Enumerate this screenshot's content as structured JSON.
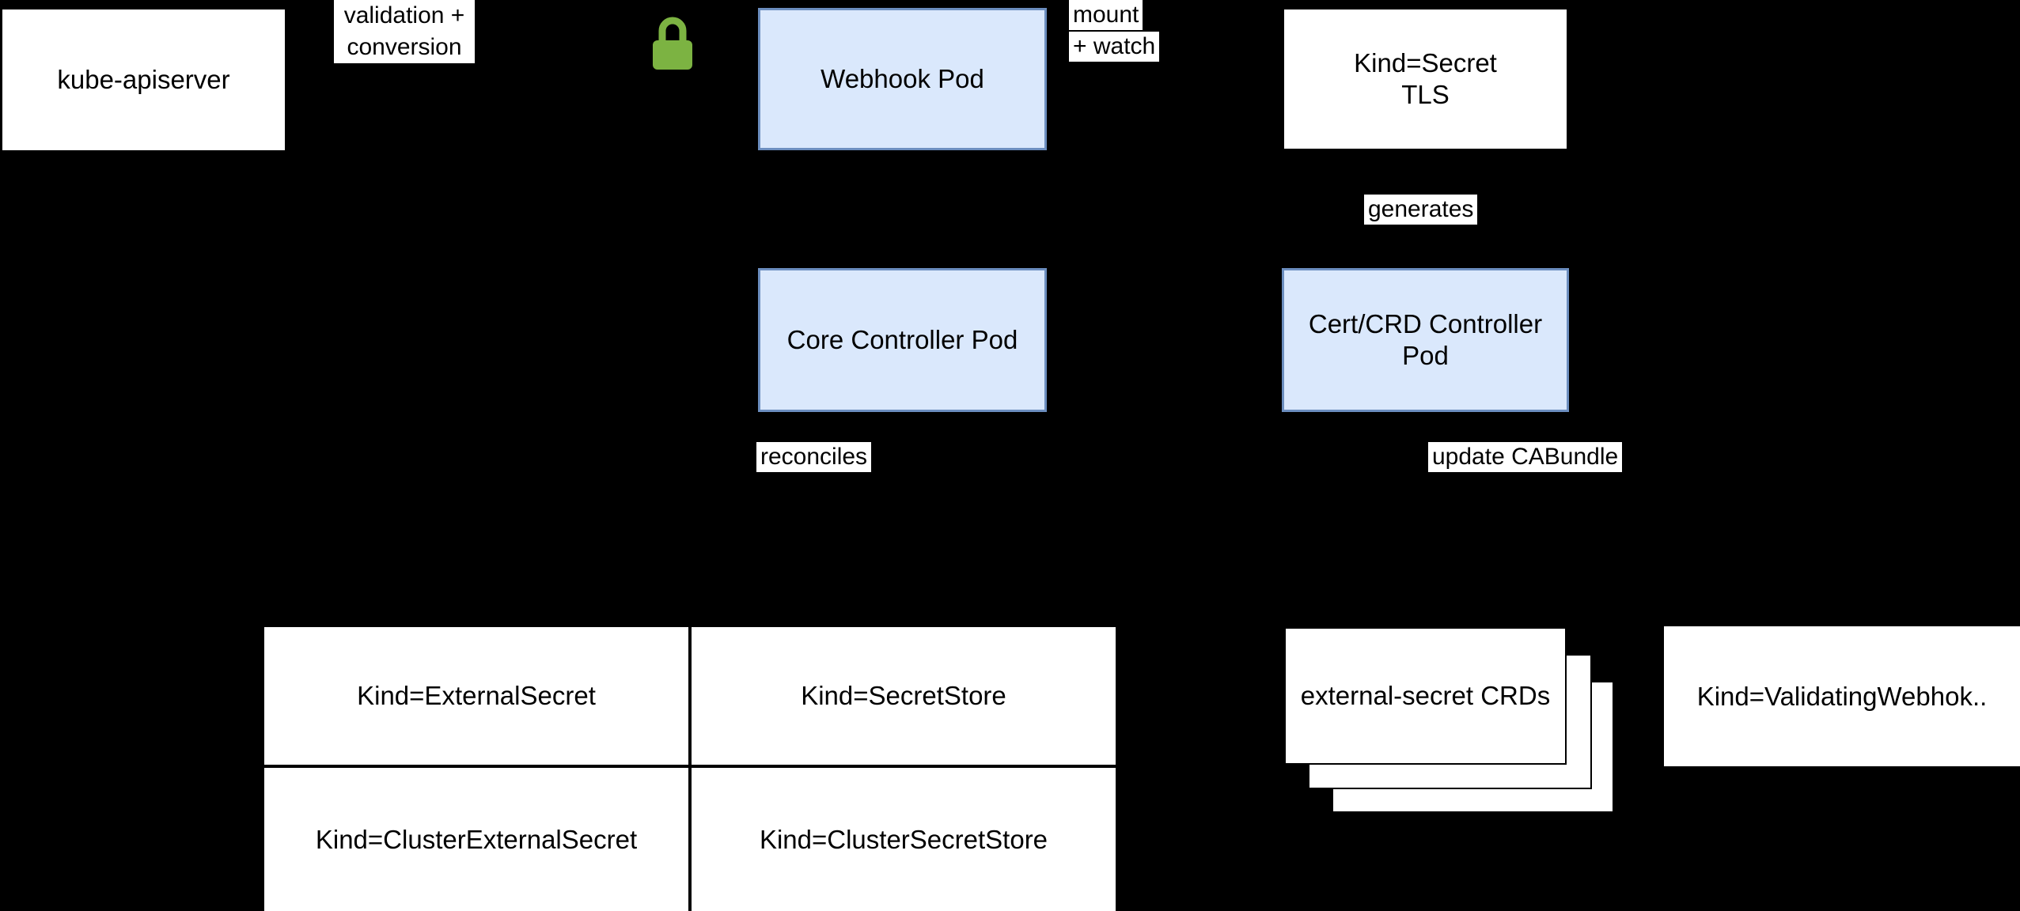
{
  "diagram": {
    "background": "#000000",
    "colors": {
      "node_white_fill": "#ffffff",
      "node_blue_fill": "#dae8fc",
      "node_blue_border": "#6c8ebf",
      "edge_label_bg": "#ffffff",
      "text": "#000000",
      "lock_green": "#7cb342"
    },
    "nodes": {
      "kube_apiserver": {
        "label": "kube-apiserver"
      },
      "webhook_pod": {
        "label": "Webhook Pod"
      },
      "kind_secret_tls": {
        "line1": "Kind=Secret",
        "line2": "TLS"
      },
      "core_controller_pod": {
        "label": "Core Controller Pod"
      },
      "cert_crd_controller_pod": {
        "line1": "Cert/CRD Controller",
        "line2": "Pod"
      },
      "external_secret_crds": {
        "label": "external-secret CRDs",
        "stacked_layers": 3
      },
      "validating_webhook": {
        "label": "Kind=ValidatingWebhok.."
      }
    },
    "edge_labels": {
      "validation_conversion": {
        "line1": "validation +",
        "line2": "conversion"
      },
      "mount_watch": {
        "line1": "mount",
        "line2": "+ watch"
      },
      "generates": "generates",
      "reconciles": "reconciles",
      "update_cabundle": "update CABundle"
    },
    "icons": {
      "lock": {
        "name": "lock-icon",
        "color": "#7cb342"
      }
    },
    "crd_table": {
      "rows": [
        [
          "Kind=ExternalSecret",
          "Kind=SecretStore"
        ],
        [
          "Kind=ClusterExternalSecret",
          "Kind=ClusterSecretStore"
        ]
      ]
    }
  }
}
